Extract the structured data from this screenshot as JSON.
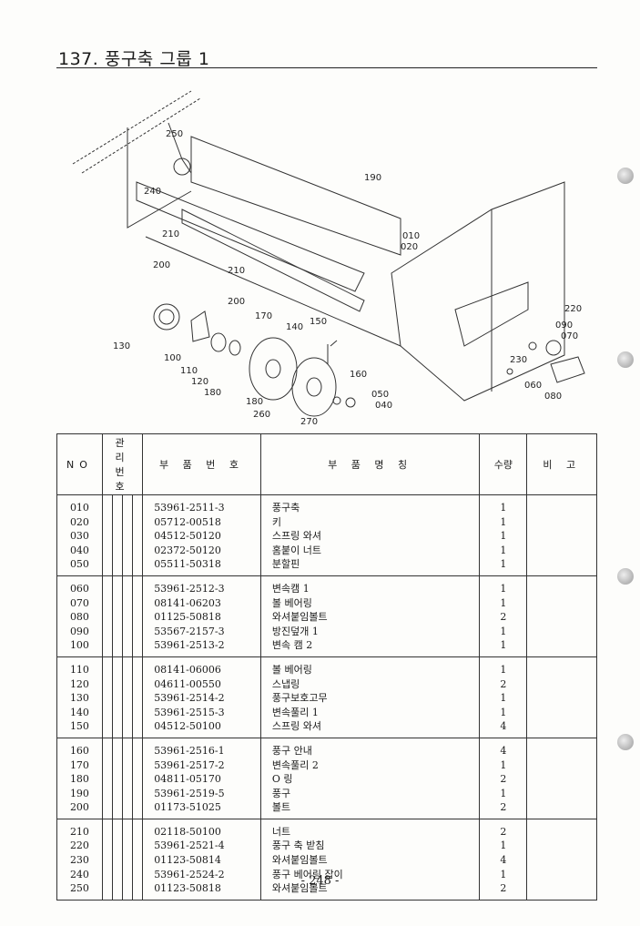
{
  "page": {
    "title": "137. 풍구축 그룹 1",
    "page_number": "- 248 -"
  },
  "diagram": {
    "callouts": [
      "250",
      "240",
      "190",
      "210",
      "200",
      "210",
      "200",
      "010",
      "020",
      "220",
      "090",
      "070",
      "130",
      "100",
      "110",
      "120",
      "180",
      "170",
      "140",
      "150",
      "160",
      "050",
      "040",
      "180",
      "260",
      "270",
      "230",
      "060",
      "080"
    ]
  },
  "table": {
    "headers": {
      "no": "NO",
      "mgmt": "관 리 번 호",
      "part_no": "부 품 번 호",
      "part_name": "부 품 명 칭",
      "qty": "수량",
      "note": "비 고"
    },
    "groups": [
      [
        {
          "no": "010",
          "part_no": "53961-2511-3",
          "name": "풍구축",
          "qty": "1"
        },
        {
          "no": "020",
          "part_no": "05712-00518",
          "name": "키",
          "qty": "1"
        },
        {
          "no": "030",
          "part_no": "04512-50120",
          "name": "스프링 와셔",
          "qty": "1"
        },
        {
          "no": "040",
          "part_no": "02372-50120",
          "name": "홈붙이 너트",
          "qty": "1"
        },
        {
          "no": "050",
          "part_no": "05511-50318",
          "name": "분할핀",
          "qty": "1"
        }
      ],
      [
        {
          "no": "060",
          "part_no": "53961-2512-3",
          "name": "변속캠 1",
          "qty": "1"
        },
        {
          "no": "070",
          "part_no": "08141-06203",
          "name": "볼 베어링",
          "qty": "1"
        },
        {
          "no": "080",
          "part_no": "01125-50818",
          "name": "와셔붙임볼트",
          "qty": "2"
        },
        {
          "no": "090",
          "part_no": "53567-2157-3",
          "name": "방진덮개 1",
          "qty": "1"
        },
        {
          "no": "100",
          "part_no": "53961-2513-2",
          "name": "변속 캠 2",
          "qty": "1"
        }
      ],
      [
        {
          "no": "110",
          "part_no": "08141-06006",
          "name": "볼 베어링",
          "qty": "1"
        },
        {
          "no": "120",
          "part_no": "04611-00550",
          "name": "스냅링",
          "qty": "2"
        },
        {
          "no": "130",
          "part_no": "53961-2514-2",
          "name": "풍구보호고무",
          "qty": "1"
        },
        {
          "no": "140",
          "part_no": "53961-2515-3",
          "name": "변속풀리 1",
          "qty": "1"
        },
        {
          "no": "150",
          "part_no": "04512-50100",
          "name": "스프링 와셔",
          "qty": "4"
        }
      ],
      [
        {
          "no": "160",
          "part_no": "53961-2516-1",
          "name": "풍구 안내",
          "qty": "4"
        },
        {
          "no": "170",
          "part_no": "53961-2517-2",
          "name": "변속풀리 2",
          "qty": "1"
        },
        {
          "no": "180",
          "part_no": "04811-05170",
          "name": "O 링",
          "qty": "2"
        },
        {
          "no": "190",
          "part_no": "53961-2519-5",
          "name": "풍구",
          "qty": "1"
        },
        {
          "no": "200",
          "part_no": "01173-51025",
          "name": "볼트",
          "qty": "2"
        }
      ],
      [
        {
          "no": "210",
          "part_no": "02118-50100",
          "name": "너트",
          "qty": "2"
        },
        {
          "no": "220",
          "part_no": "53961-2521-4",
          "name": "풍구 축 받침",
          "qty": "1"
        },
        {
          "no": "230",
          "part_no": "01123-50814",
          "name": "와셔붙임볼트",
          "qty": "4"
        },
        {
          "no": "240",
          "part_no": "53961-2524-2",
          "name": "풍구 베어링 잡이",
          "qty": "1"
        },
        {
          "no": "250",
          "part_no": "01123-50818",
          "name": "와셔붙임볼트",
          "qty": "2"
        }
      ]
    ]
  }
}
